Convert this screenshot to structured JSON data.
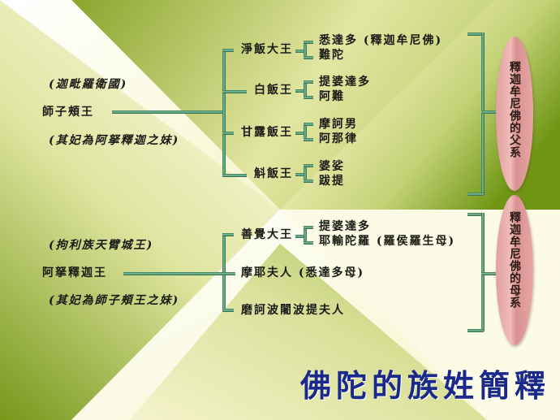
{
  "title": "佛陀的族姓簡釋",
  "paternal": {
    "ancestor": {
      "origin": "(迦毗羅衛國)",
      "name": "師子頰王",
      "spouse": "(其妃為阿拏釋迦之妹)"
    },
    "children": [
      {
        "name": "淨飯大王",
        "sons": [
          "悉達多 (釋迦牟尼佛)",
          "難陀"
        ]
      },
      {
        "name": "白飯王",
        "sons": [
          "提婆達多",
          "阿難"
        ]
      },
      {
        "name": "甘露飯王",
        "sons": [
          "摩訶男",
          "阿那律"
        ]
      },
      {
        "name": "斛飯王",
        "sons": [
          "婆娑",
          "跋提"
        ]
      }
    ],
    "label": "釋迦牟尼佛的父系"
  },
  "maternal": {
    "ancestor": {
      "origin": "(拘利族天臂城王)",
      "name": "阿拏釋迦王",
      "spouse": "(其妃為師子頰王之妹)"
    },
    "children": [
      {
        "name": "善覺大王",
        "sons": [
          "提婆達多",
          "耶輸陀羅 (羅侯羅生母)"
        ]
      },
      {
        "name": "摩耶夫人 (悉達多母)"
      },
      {
        "name": "磨訶波闍波提夫人"
      }
    ],
    "label": "釋迦牟尼佛的母系"
  },
  "colors": {
    "title": "#1b2a8a",
    "bamboo": "#3f8a5e",
    "lens": "#e8a8a4",
    "olive": "#7a9a1e",
    "cream": "#fbfbe6"
  }
}
